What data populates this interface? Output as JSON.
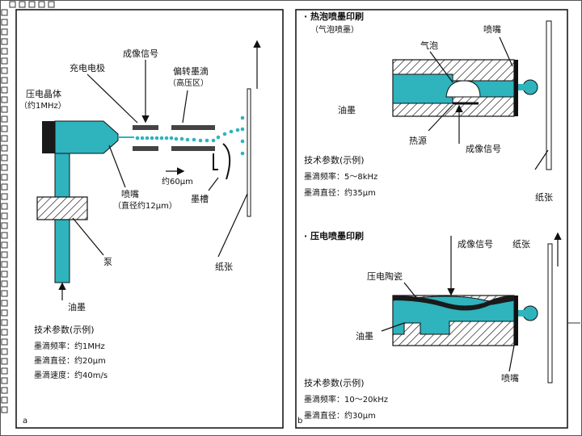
{
  "colors": {
    "ink": "#2fb3bd",
    "frame": "#1a1a1a",
    "slide_border": "#555555",
    "background": "#ffffff"
  },
  "panel_a": {
    "corner_label": "a",
    "crystal_label": "压电晶体",
    "crystal_freq": "（约1MHz）",
    "charge_electrode": "充电电极",
    "image_signal": "成像信号",
    "deflection_1": "偏转墨滴",
    "deflection_2": "（高压区）",
    "gap": "约60μm",
    "gutter": "墨槽",
    "nozzle": "喷嘴",
    "nozzle_diameter": "（直径约12μm）",
    "pump": "泵",
    "paper": "纸张",
    "ink": "油墨",
    "params_title": "技术参数(示例)",
    "param_1": "墨滴频率：约1MHz",
    "param_2": "墨滴直径：约20μm",
    "param_3": "墨滴速度：约40m/s"
  },
  "panel_b": {
    "corner_label": "b",
    "thermal_title": "· 热泡喷墨印刷",
    "thermal_subtitle": "（气泡喷墨）",
    "nozzle": "喷嘴",
    "bubble": "气泡",
    "ink": "油墨",
    "heat_source": "热源",
    "image_signal": "成像信号",
    "params_title": "技术参数(示例)",
    "thermal_param_1": "墨滴频率：5～8kHz",
    "thermal_param_2": "墨滴直径：约35μm",
    "paper": "纸张",
    "piezo_title": "· 压电喷墨印刷",
    "piezo_signal": "成像信号",
    "piezo_paper": "纸张",
    "piezo_ceramic": "压电陶瓷",
    "piezo_ink": "油墨",
    "piezo_nozzle": "喷嘴",
    "piezo_params_title": "技术参数(示例)",
    "piezo_param_1": "墨滴频率：10～20kHz",
    "piezo_param_2": "墨滴直径：约30μm"
  }
}
